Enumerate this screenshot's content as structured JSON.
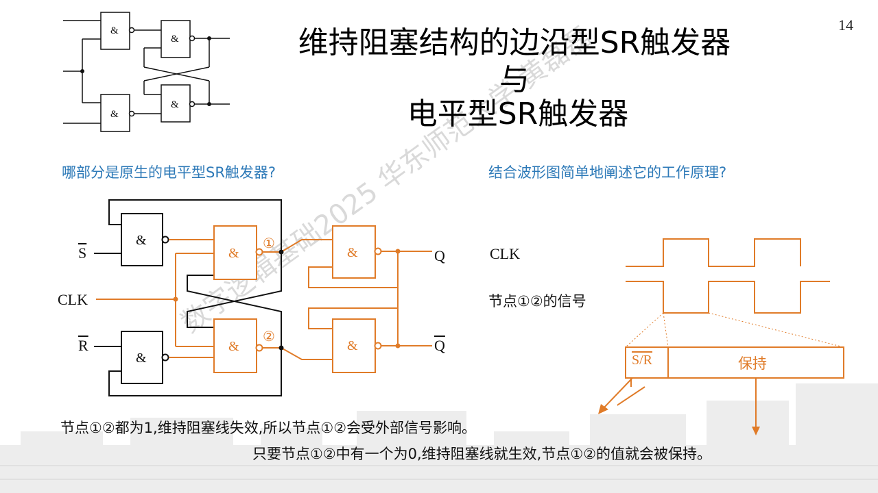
{
  "slide": {
    "page_number": "14",
    "title_line1": "维持阻塞结构的边沿型SR触发器",
    "title_line2": "与",
    "title_line3": "电平型SR触发器",
    "question_left": "哪部分是原生的电平型SR触发器?",
    "question_right": "结合波形图简单地阐述它的工作原理?",
    "note_line1": "节点①②都为1,维持阻塞线失效,所以节点①②会受外部信号影响。",
    "note_line2": "只要节点①②中有一个为0,维持阻塞线就生效,节点①②的值就会被保持。",
    "watermark": "数字逻辑基础2025 华东师范大学 黄磊磊"
  },
  "circuit": {
    "gate_symbol": "&",
    "input_s": "S",
    "input_clk": "CLK",
    "input_r": "R",
    "output_q": "Q",
    "output_qbar": "Q",
    "node1": "①",
    "node2": "②"
  },
  "waveform": {
    "clk_label": "CLK",
    "node_label": "节点①②的信号",
    "phase_sr_label": "S/R",
    "phase_hold_label": "保持"
  },
  "colors": {
    "orange": "#e07b28",
    "blue_text": "#2e7ab8",
    "black": "#111111"
  }
}
